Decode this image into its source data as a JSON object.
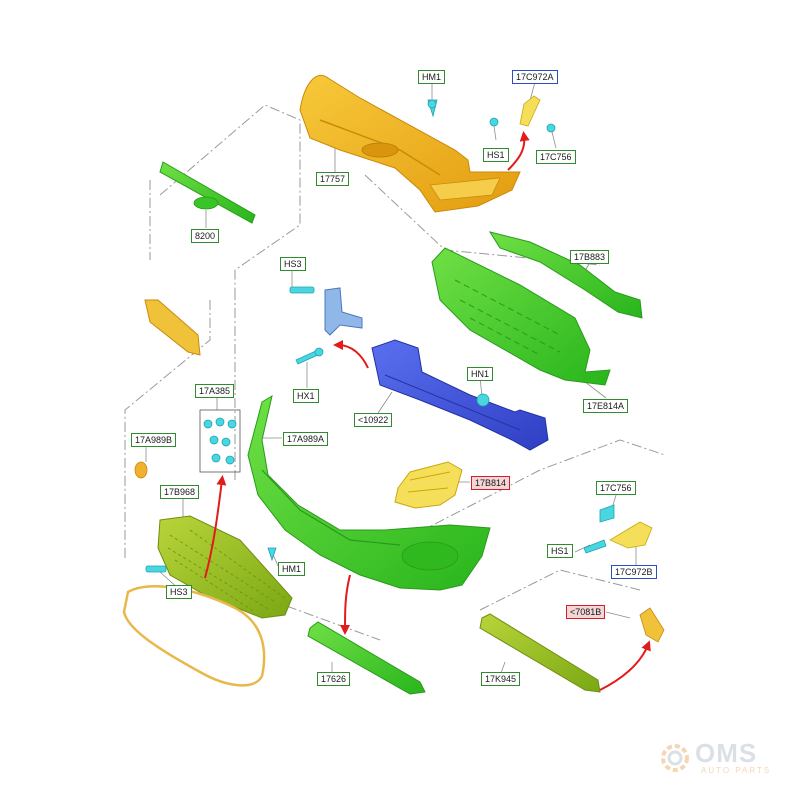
{
  "labels": {
    "hm1_top": "HM1",
    "l17c972a": "17C972A",
    "hs1_top": "HS1",
    "l17c756_top": "17C756",
    "l17757": "17757",
    "l8200": "8200",
    "hs3_top": "HS3",
    "l17b883": "17B883",
    "hx1": "HX1",
    "l10922": "<10922",
    "hn1": "HN1",
    "l17e814a": "17E814A",
    "l17a385": "17A385",
    "l17a989b": "17A989B",
    "l17a989a": "17A989A",
    "l17b968": "17B968",
    "l17b814": "17B814",
    "l17c756_right": "17C756",
    "hs1_right": "HS1",
    "l17c972b": "17C972B",
    "hm1_bottom": "HM1",
    "hs3_bottom": "HS3",
    "l7081b": "<7081B",
    "l17626": "17626",
    "l17k945": "17K945"
  },
  "watermark": {
    "brand": "OMS",
    "sub": "AUTO PARTS"
  },
  "colors": {
    "yellow_part": "#f2b619",
    "light_yellow_part": "#f5df5a",
    "green_part": "#3fcf2a",
    "olive_part": "#9fc21e",
    "blue_part": "#3e4fd6",
    "fastener": "#49d6e0",
    "gasket": "#e8b84a",
    "arrow": "#e21b1b",
    "leader": "#9a9a9a",
    "label_green": "#2e8b2e",
    "label_blue": "#2a4fc0",
    "label_red": "#d0202a"
  }
}
